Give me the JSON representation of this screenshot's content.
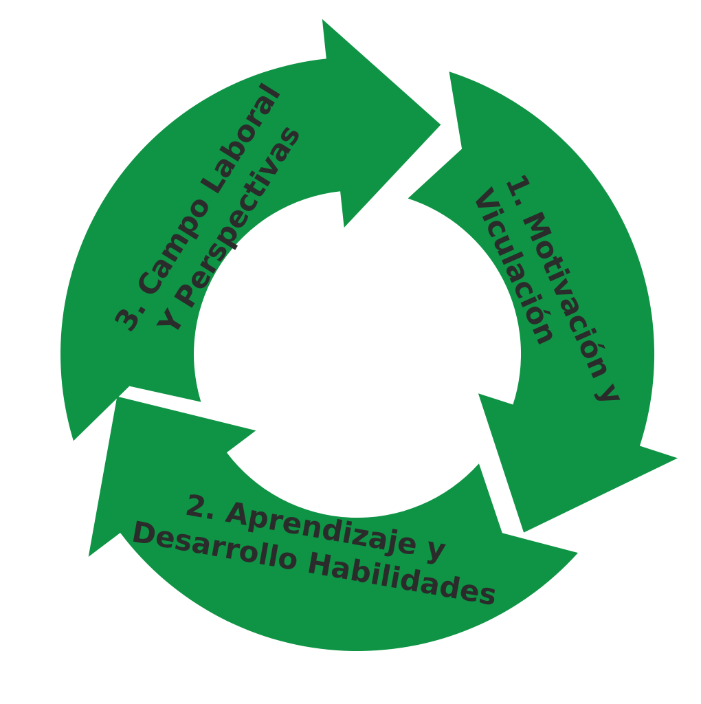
{
  "colors": {
    "arrow": "#0e9444",
    "text": "#2b2b2b",
    "background": "#ffffff"
  },
  "steps": [
    {
      "line1": "1. Motivación y",
      "line2": "Viculación"
    },
    {
      "line1": "2. Aprendizaje y",
      "line2": "Desarrollo Habilidades"
    },
    {
      "line1": "3. Campo Laboral",
      "line2": "Y Perspectivas"
    }
  ]
}
